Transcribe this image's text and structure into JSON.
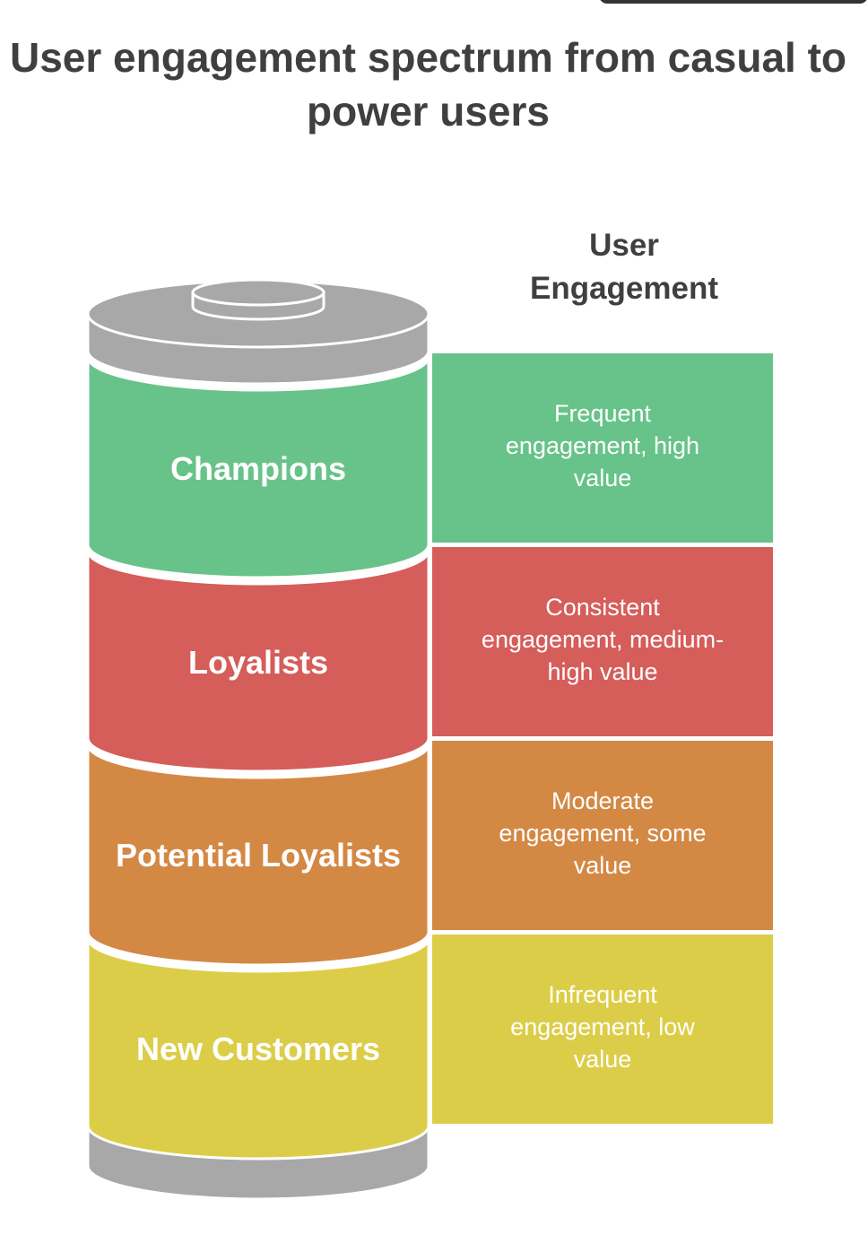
{
  "title": "User engagement spectrum from casual to power users",
  "column_heading": "User Engagement",
  "colors": {
    "cap": "#a8a8a8",
    "cap_outline": "#8a8a8a",
    "text_dark": "#3f3f3f"
  },
  "tiers": [
    {
      "label": "Champions",
      "description": "Frequent engagement, high value",
      "color": "#67c389",
      "edge_color": "#55ad76"
    },
    {
      "label": "Loyalists",
      "description": "Consistent engagement, medium-high value",
      "color": "#d55d5a",
      "edge_color": "#bd4b49"
    },
    {
      "label": "Potential Loyalists",
      "description": "Moderate engagement, some value",
      "color": "#d38844",
      "edge_color": "#bb7637"
    },
    {
      "label": "New Customers",
      "description": "Infrequent engagement, low value",
      "color": "#dccd48",
      "edge_color": "#c5b739"
    }
  ]
}
